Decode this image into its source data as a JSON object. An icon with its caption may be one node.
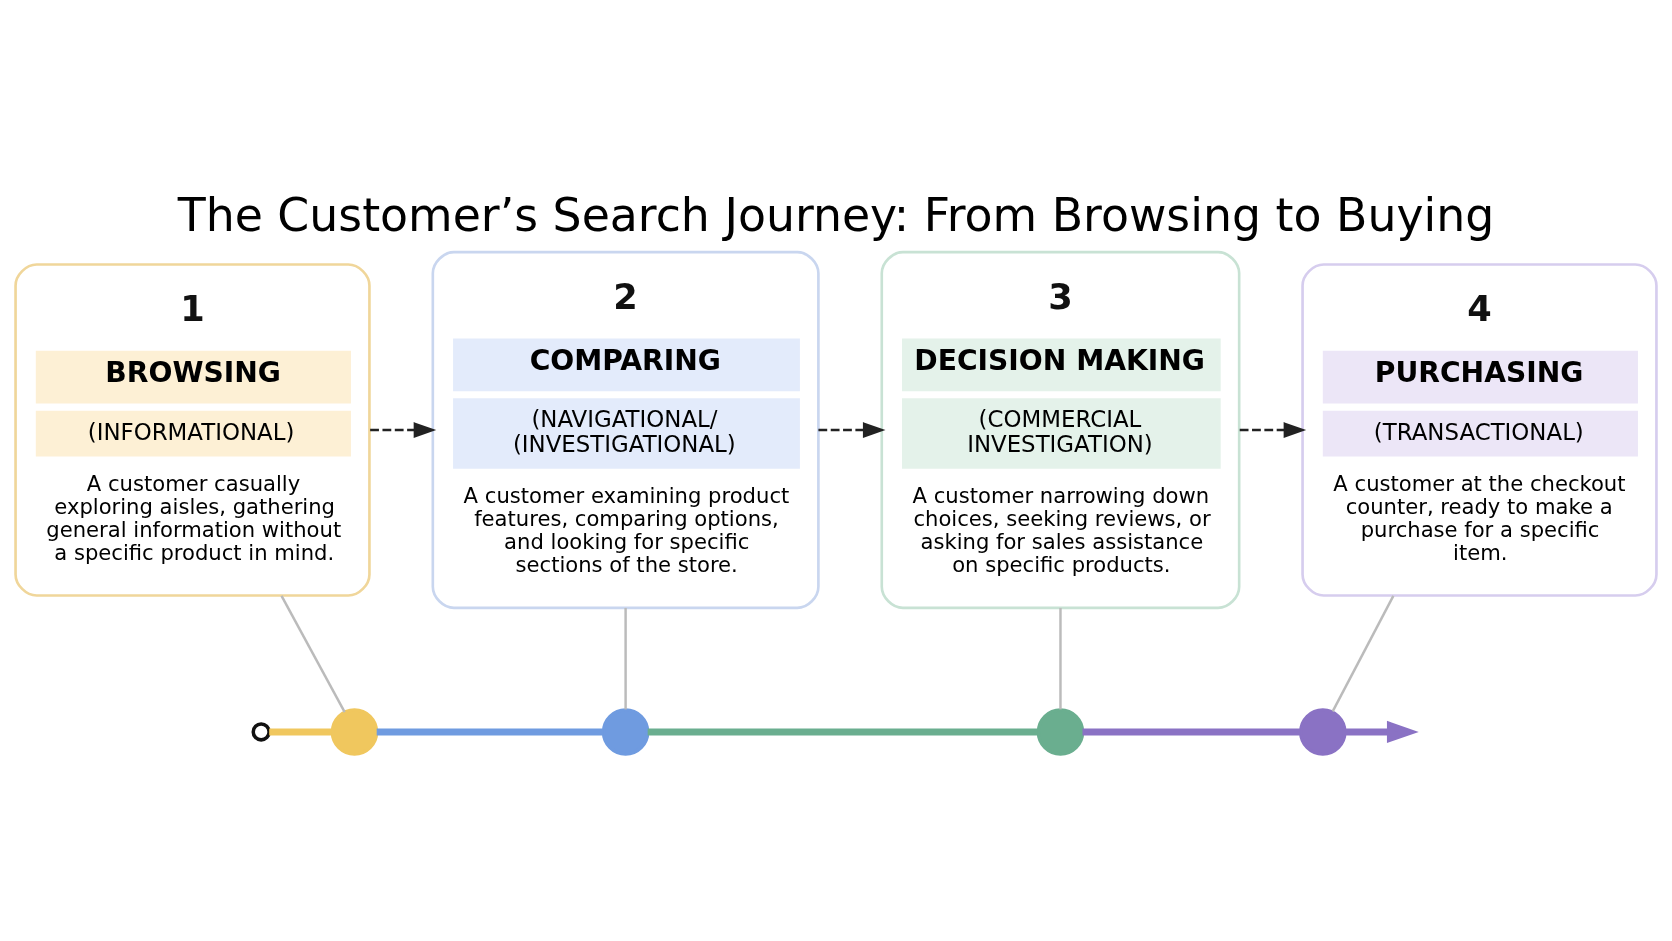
{
  "diagram": {
    "title": "The Customer’s Search Journey: From Browsing to Buying",
    "nodes": [
      {
        "text": [
          "1",
          "BROWSING",
          "(INFORMATIONAL)",
          "A customer casually exploring aisles, gathering general information without a specific product in mind."
        ]
      },
      {
        "text": [
          "2",
          "COMPARING",
          "(NAVIGATIONAL/ (INVESTIGATIONAL)",
          "A customer examining product features, comparing options, and looking for specific sections of the store."
        ]
      },
      {
        "text": [
          "3",
          "DECISION MAKING",
          "(COMMERCIAL INVESTIGATION)",
          "A customer narrowing down choices, seeking reviews, or asking for sales assistance on specific products."
        ]
      },
      {
        "text": [
          "4",
          "PURCHASING",
          "(TRANSACTIONAL)",
          "A customer at the checkout counter, ready to make a purchase for a specific item."
        ]
      },
      {
        "text": [],
        "shape": "circle"
      },
      {
        "text": [],
        "shape": "circle"
      },
      {
        "text": [],
        "shape": "circle"
      },
      {
        "text": [],
        "shape": "circle"
      },
      {
        "text": [],
        "shape": "circle"
      }
    ],
    "edges": [
      {
        "from": 0,
        "to": 1,
        "arrow": "to",
        "style": "dashed",
        "color": "#222222"
      },
      {
        "from": 1,
        "to": 2,
        "arrow": "to",
        "style": "dashed",
        "color": "#222222"
      },
      {
        "from": 2,
        "to": 3,
        "arrow": "to",
        "style": "dashed",
        "color": "#222222"
      },
      {
        "from": 0,
        "to": 5,
        "arrow": "none",
        "color": "#bbbbbb"
      },
      {
        "from": 1,
        "to": 6,
        "arrow": "none",
        "color": "#bbbbbb"
      },
      {
        "from": 2,
        "to": 7,
        "arrow": "none",
        "color": "#bbbbbb"
      },
      {
        "from": 3,
        "to": 8,
        "arrow": "none",
        "color": "#bbbbbb"
      },
      {
        "from": 4,
        "to": 5,
        "arrow": "none",
        "style": "thick",
        "color": "#f0c75e"
      },
      {
        "from": 5,
        "to": 6,
        "arrow": "none",
        "style": "thick",
        "color": "#6f9be0"
      },
      {
        "from": 6,
        "to": 7,
        "arrow": "none",
        "style": "thick",
        "color": "#6aae8f"
      },
      {
        "from": 7,
        "to": 8,
        "arrow": "none",
        "style": "thick",
        "color": "#8a72c4"
      },
      {
        "from": 8,
        "to": null,
        "arrow": "to",
        "style": "thick",
        "color": "#8a72c4"
      }
    ]
  }
}
